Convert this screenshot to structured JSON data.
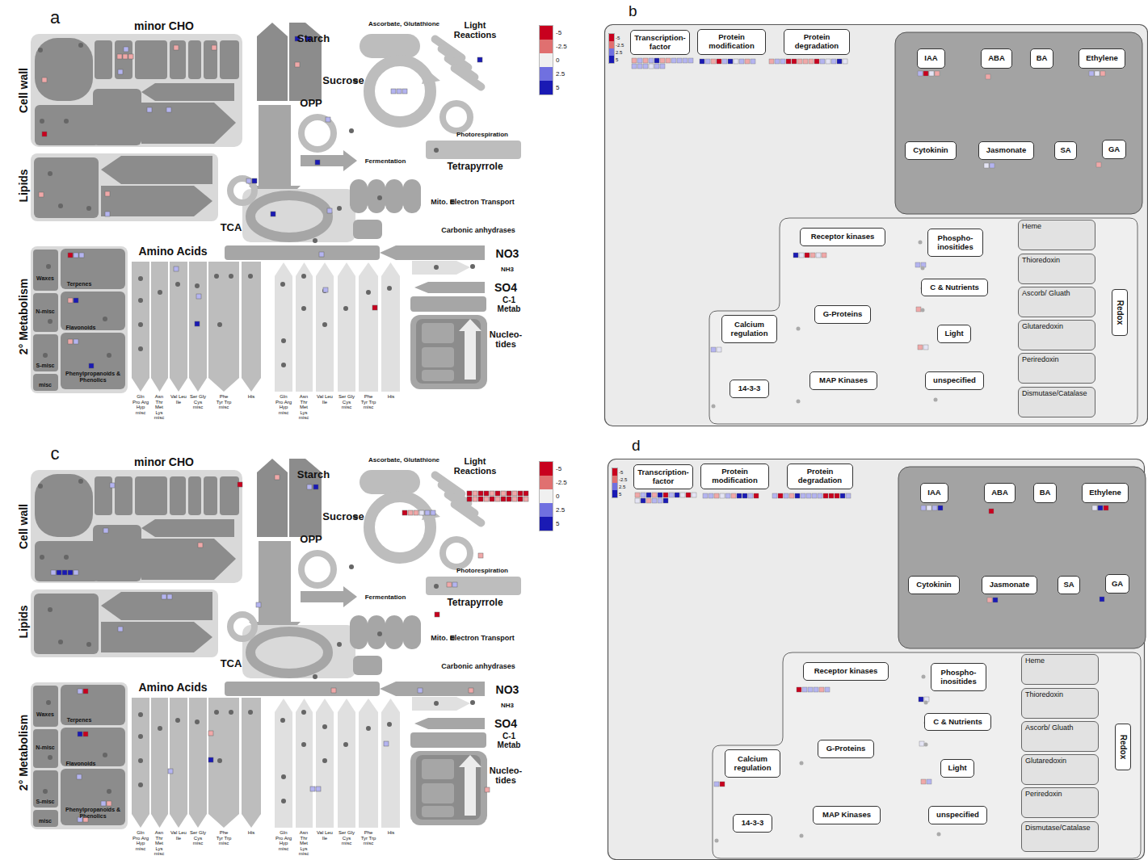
{
  "diagram": {
    "nodes": [
      {
        "text": [
          "b"
        ]
      },
      {
        "text": [
          "Transcription- factor"
        ],
        "in": 0
      },
      {
        "text": [
          "Protein modification"
        ],
        "in": 0
      },
      {
        "text": [
          "Protein degradation"
        ],
        "in": 0
      },
      {
        "text": [
          "IAA"
        ],
        "in": 0
      },
      {
        "text": [
          "ABA"
        ],
        "in": 0
      },
      {
        "text": [
          "BA"
        ],
        "in": 0
      },
      {
        "text": [
          "Ethylene"
        ],
        "in": 0
      },
      {
        "text": [
          "Cytokinin"
        ],
        "in": 0
      },
      {
        "text": [
          "Jasmonate"
        ],
        "in": 0
      },
      {
        "text": [
          "SA"
        ],
        "in": 0
      },
      {
        "text": [
          "GA"
        ],
        "in": 0
      },
      {
        "text": [
          "Receptor kinases"
        ],
        "in": 0
      },
      {
        "text": [
          "Phospho- inositides"
        ],
        "in": 0
      },
      {
        "text": [
          "C & Nutrients"
        ],
        "in": 0
      },
      {
        "text": [
          "Light"
        ],
        "in": 0
      },
      {
        "text": [
          "Calcium regulation"
        ],
        "in": 0
      },
      {
        "text": [
          "G-Proteins"
        ],
        "in": 0
      },
      {
        "text": [
          "MAP Kinases"
        ],
        "in": 0
      },
      {
        "text": [
          "unspecified"
        ],
        "in": 0
      },
      {
        "text": [
          "14-3-3"
        ],
        "in": 0
      },
      {
        "text": [
          "Heme"
        ],
        "in": 0
      },
      {
        "text": [
          "Thioredoxin"
        ],
        "in": 0
      },
      {
        "text": [
          "Ascorb/ Gluath"
        ],
        "in": 0
      },
      {
        "text": [
          "Glutaredoxin"
        ],
        "in": 0
      },
      {
        "text": [
          "Periredoxin"
        ],
        "in": 0
      },
      {
        "text": [
          "Dismutase/Catalase"
        ],
        "in": 0
      },
      {
        "text": [
          "Redox"
        ],
        "in": 0
      },
      {
        "text": [
          "d"
        ]
      },
      {
        "text": [
          "Transcription- factor"
        ],
        "in": 28
      },
      {
        "text": [
          "Protein modification"
        ],
        "in": 28
      },
      {
        "text": [
          "Protein degradation"
        ],
        "in": 28
      },
      {
        "text": [
          "IAA"
        ],
        "in": 28
      },
      {
        "text": [
          "ABA"
        ],
        "in": 28
      },
      {
        "text": [
          "BA"
        ],
        "in": 28
      },
      {
        "text": [
          "Ethylene"
        ],
        "in": 28
      },
      {
        "text": [
          "Cytokinin"
        ],
        "in": 28
      },
      {
        "text": [
          "Jasmonate"
        ],
        "in": 28
      },
      {
        "text": [
          "SA"
        ],
        "in": 28
      },
      {
        "text": [
          "GA"
        ],
        "in": 28
      },
      {
        "text": [
          "Receptor kinases"
        ],
        "in": 28
      },
      {
        "text": [
          "Phospho- inositides"
        ],
        "in": 28
      },
      {
        "text": [
          "C & Nutrients"
        ],
        "in": 28
      },
      {
        "text": [
          "Light"
        ],
        "in": 28
      },
      {
        "text": [
          "Calcium regulation"
        ],
        "in": 28
      },
      {
        "text": [
          "G-Proteins"
        ],
        "in": 28
      },
      {
        "text": [
          "MAP Kinases"
        ],
        "in": 28
      },
      {
        "text": [
          "unspecified"
        ],
        "in": 28
      },
      {
        "text": [
          "14-3-3"
        ],
        "in": 28
      },
      {
        "text": [
          "Heme"
        ],
        "in": 28
      },
      {
        "text": [
          "Thioredoxin"
        ],
        "in": 28
      },
      {
        "text": [
          "Ascorb/ Gluath"
        ],
        "in": 28
      },
      {
        "text": [
          "Glutaredoxin"
        ],
        "in": 28
      },
      {
        "text": [
          "Periredoxin"
        ],
        "in": 28
      },
      {
        "text": [
          "Dismutase/Catalase"
        ],
        "in": 28
      },
      {
        "text": [
          "Redox"
        ],
        "in": 28
      }
    ],
    "labels": [
      "a",
      "minor CHO",
      "Cell wall",
      "Lipids",
      "2° Metabolism",
      "Starch",
      "Sucrose",
      "Ascorbate, Glutathione",
      "Light Reactions",
      "OPP",
      "Photorespiration",
      "Fermentation",
      "Tetrapyrrole",
      "TCA",
      "Mito. Electron Transport",
      "Carbonic anhydrases",
      "Amino Acids",
      "NO3",
      "NH3",
      "SO4",
      "C-1 Metab",
      "Nucleo- tides",
      "Waxes",
      "Terpenes",
      "N-misc",
      "Flavonoids",
      "S-misc",
      "Phenylpropanoids & Phenolics",
      "misc",
      "Gln Pro Arg Hyp misc",
      "Asn Thr Met Lys misc",
      "Val Leu Ile",
      "Ser Gly Cys misc",
      "Phe Tyr Trp misc",
      "His",
      "Gln Pro Arg Hyp misc",
      "Asn Thr Met Lys misc",
      "Val Leu Ile",
      "Ser Gly Cys misc",
      "Phe Tyr Trp misc",
      "His",
      "c",
      "minor CHO",
      "Cell wall",
      "Lipids",
      "2° Metabolism",
      "Starch",
      "Sucrose",
      "Ascorbate, Glutathione",
      "Light Reactions",
      "OPP",
      "Photorespiration",
      "Fermentation",
      "Tetrapyrrole",
      "TCA",
      "Mito. Electron Transport",
      "Carbonic anhydrases",
      "Amino Acids",
      "NO3",
      "NH3",
      "SO4",
      "C-1 Metab",
      "Nucleo- tides",
      "Waxes",
      "Terpenes",
      "N-misc",
      "Flavonoids",
      "S-misc",
      "Phenylpropanoids & Phenolics",
      "misc",
      "Gln Pro Arg Hyp misc",
      "Asn Thr Met Lys misc",
      "Val Leu Ile",
      "Ser Gly Cys misc",
      "Phe Tyr Trp misc",
      "His",
      "Gln Pro Arg Hyp misc",
      "Asn Thr Met Lys misc",
      "Val Leu Ile",
      "Ser Gly Cys misc",
      "Phe Tyr Trp misc",
      "His"
    ],
    "legend": [
      {
        "text": "-5",
        "color": "#c8001e"
      },
      {
        "text": "-2.5",
        "color": "#e07070"
      },
      {
        "text": "0",
        "color": "#f0f0f0"
      },
      {
        "text": "2.5",
        "color": "#7070e0"
      },
      {
        "text": "5",
        "color": "#1a1ab4"
      },
      {
        "text": "-5",
        "color": "#c8001e"
      },
      {
        "text": "-2.5",
        "color": "#e07070"
      },
      {
        "text": "2.5",
        "color": "#7070e0"
      },
      {
        "text": "5",
        "color": "#1a1ab4"
      },
      {
        "text": "-5",
        "color": "#c8001e"
      },
      {
        "text": "-2.5",
        "color": "#e07070"
      },
      {
        "text": "0",
        "color": "#f0f0f0"
      },
      {
        "text": "2.5",
        "color": "#7070e0"
      },
      {
        "text": "5",
        "color": "#1a1ab4"
      },
      {
        "text": "-5",
        "color": "#c8001e"
      },
      {
        "text": "-2.5",
        "color": "#e07070"
      },
      {
        "text": "2.5",
        "color": "#7070e0"
      },
      {
        "text": "5",
        "color": "#1a1ab4"
      }
    ]
  }
}
